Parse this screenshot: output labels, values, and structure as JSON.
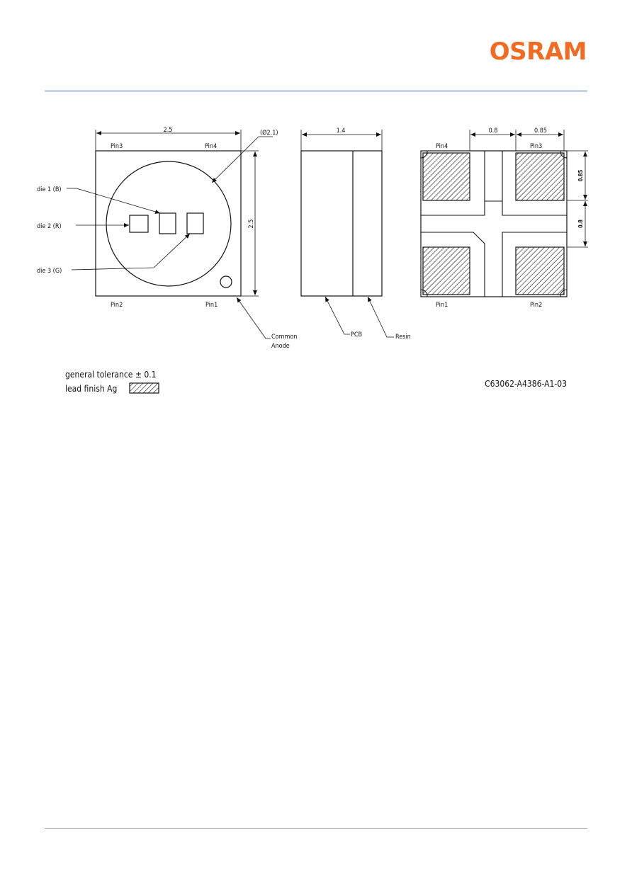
{
  "brand": {
    "logo_text": "OSRAM",
    "logo_color": "#f26b22",
    "rule_color": "#c9d3e6"
  },
  "front_view": {
    "dim_width": "2.5",
    "dim_height": "2.5",
    "dim_circle": "(Ø2.1)",
    "pin_top_left": "Pin3",
    "pin_top_right": "Pin4",
    "pin_bottom_left": "Pin2",
    "pin_bottom_right": "Pin1",
    "die1_label": "die 1 (B)",
    "die2_label": "die 2 (R)",
    "die3_label": "die 3 (G)",
    "common_anode_line1": "Common",
    "common_anode_line2": "Anode"
  },
  "side_view": {
    "dim_width": "1.4",
    "pcb_label": "PCB",
    "resin_label": "Resin"
  },
  "bottom_view": {
    "dim_gap": "0.8",
    "dim_pad": "0.85",
    "dim_right_top": "0.85",
    "dim_right_gap": "0.8",
    "pin_top_left": "Pin4",
    "pin_top_right": "Pin3",
    "pin_bottom_left": "Pin1",
    "pin_bottom_right": "Pin2"
  },
  "notes": {
    "tolerance": "general tolerance ± 0.1",
    "lead_finish": "lead finish Ag",
    "drawing_number": "C63062-A4386-A1-03"
  }
}
